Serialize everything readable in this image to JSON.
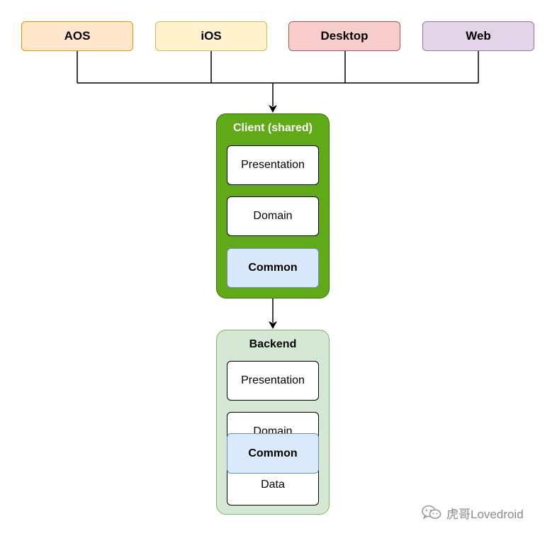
{
  "platforms": [
    {
      "label": "AOS",
      "fill": "#ffe6cc",
      "stroke": "#d79b00"
    },
    {
      "label": "iOS",
      "fill": "#fff2cc",
      "stroke": "#d6b656"
    },
    {
      "label": "Desktop",
      "fill": "#f8cecc",
      "stroke": "#b85450"
    },
    {
      "label": "Web",
      "fill": "#e1d5e7",
      "stroke": "#9673a6"
    }
  ],
  "client": {
    "title": "Client (shared)",
    "fill": "#60a917",
    "stroke": "#2d7600",
    "layers": [
      "Presentation",
      "Domain",
      "Common"
    ]
  },
  "backend": {
    "title": "Backend",
    "fill": "#d5e8d4",
    "stroke": "#82b366",
    "layers": [
      "Presentation",
      "Domain",
      "Common",
      "Data"
    ]
  },
  "common_fill": "#dae8fc",
  "watermark": {
    "text": "虎哥Lovedroid",
    "icon": "wechat-icon"
  }
}
